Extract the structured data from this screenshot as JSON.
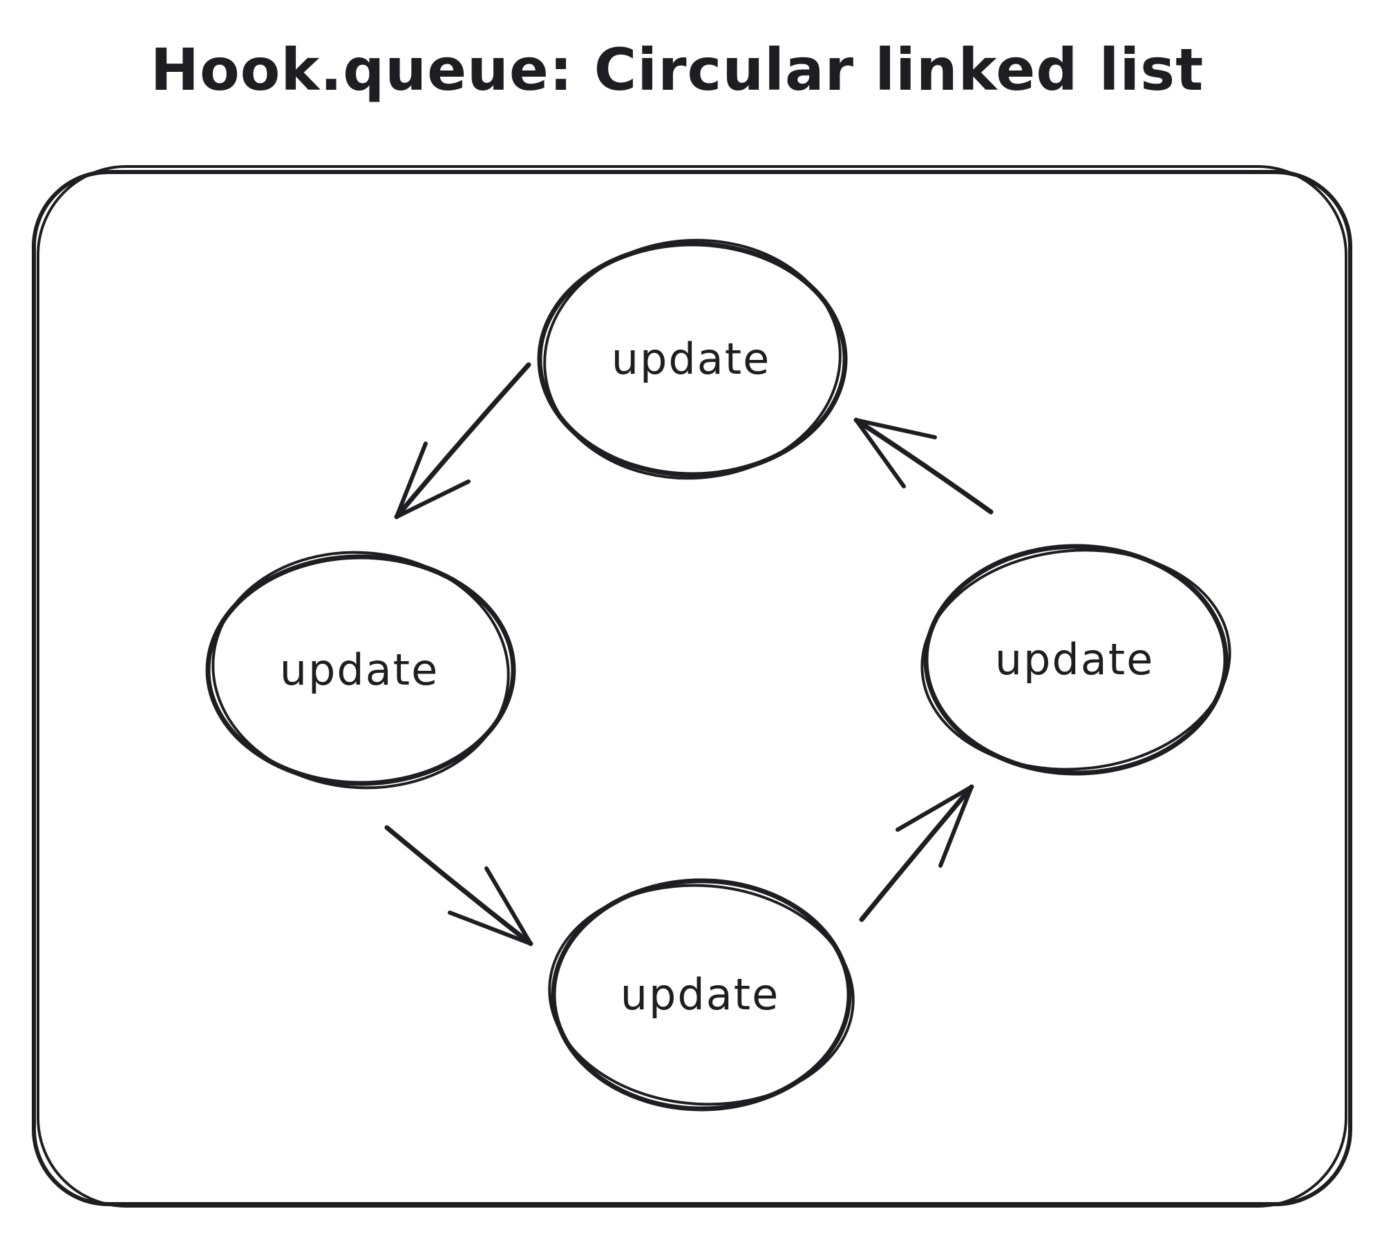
{
  "title": "Hook.queue: Circular linked list",
  "diagram": {
    "type": "circular-linked-list",
    "nodes": [
      {
        "id": "node-top",
        "label": "update"
      },
      {
        "id": "node-left",
        "label": "update"
      },
      {
        "id": "node-bottom",
        "label": "update"
      },
      {
        "id": "node-right",
        "label": "update"
      }
    ],
    "edges": [
      {
        "from": "node-top",
        "to": "node-left"
      },
      {
        "from": "node-left",
        "to": "node-bottom"
      },
      {
        "from": "node-bottom",
        "to": "node-right"
      },
      {
        "from": "node-right",
        "to": "node-top"
      }
    ]
  },
  "colors": {
    "ink": "#1e1d21",
    "background": "#ffffff"
  }
}
